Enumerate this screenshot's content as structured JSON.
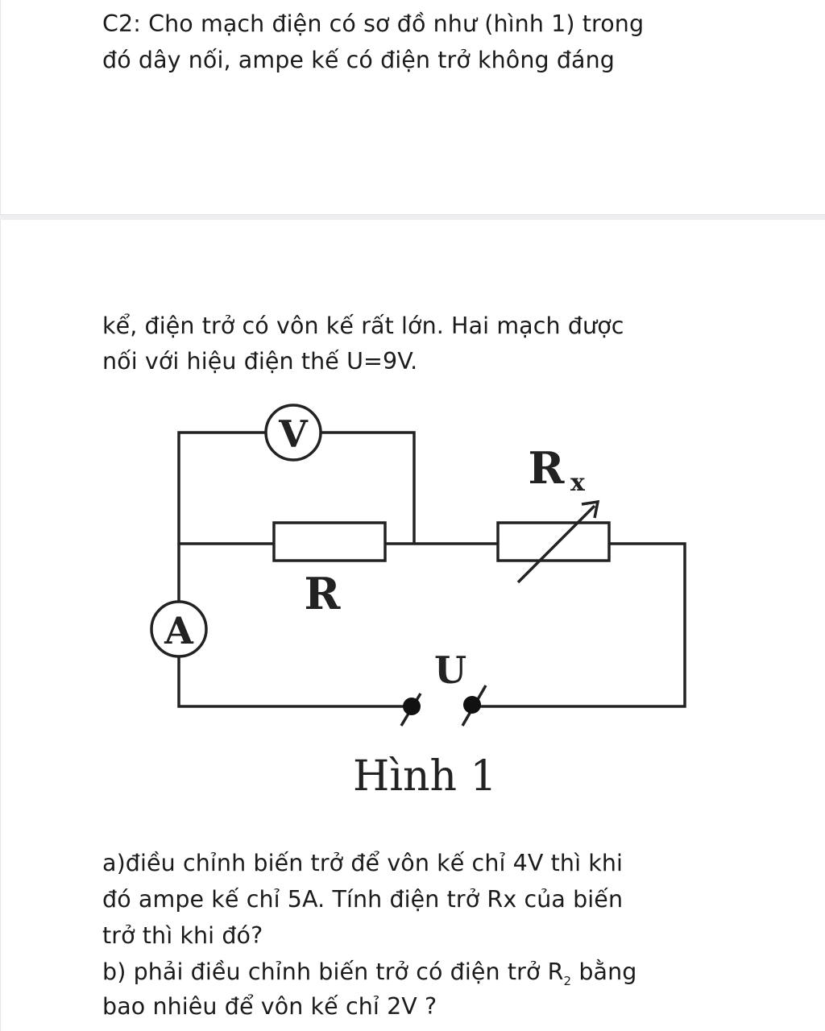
{
  "question": {
    "intro_line1": "C2: Cho mạch điện có sơ đồ như (hình 1) trong",
    "intro_line2": "đó dây nối, ampe kế có điện trở không đáng",
    "intro_line3": "kể, điện trở có vôn kế rất lớn. Hai mạch được",
    "intro_line4": "nối với hiệu điện thế U=9V."
  },
  "figure": {
    "voltmeter_symbol": "V",
    "ammeter_symbol": "A",
    "resistor_label": "R",
    "rheostat_label_main": "R",
    "rheostat_label_sub": "x",
    "source_label": "U",
    "caption": "Hình 1"
  },
  "parts": {
    "a_line1": "a)điều chỉnh biến trở để vôn kế chỉ 4V thì khi",
    "a_line2": "đó ampe kế chỉ 5A. Tính điện trở Rx của biến",
    "a_line3": "trở thì khi đó?",
    "b_line1_pre": "b) phải điều chỉnh biến trở có điện trở R",
    "b_line1_sub": "2",
    "b_line1_post": " bằng",
    "b_line2": "bao nhiêu để vôn kế chỉ 2V ?"
  }
}
